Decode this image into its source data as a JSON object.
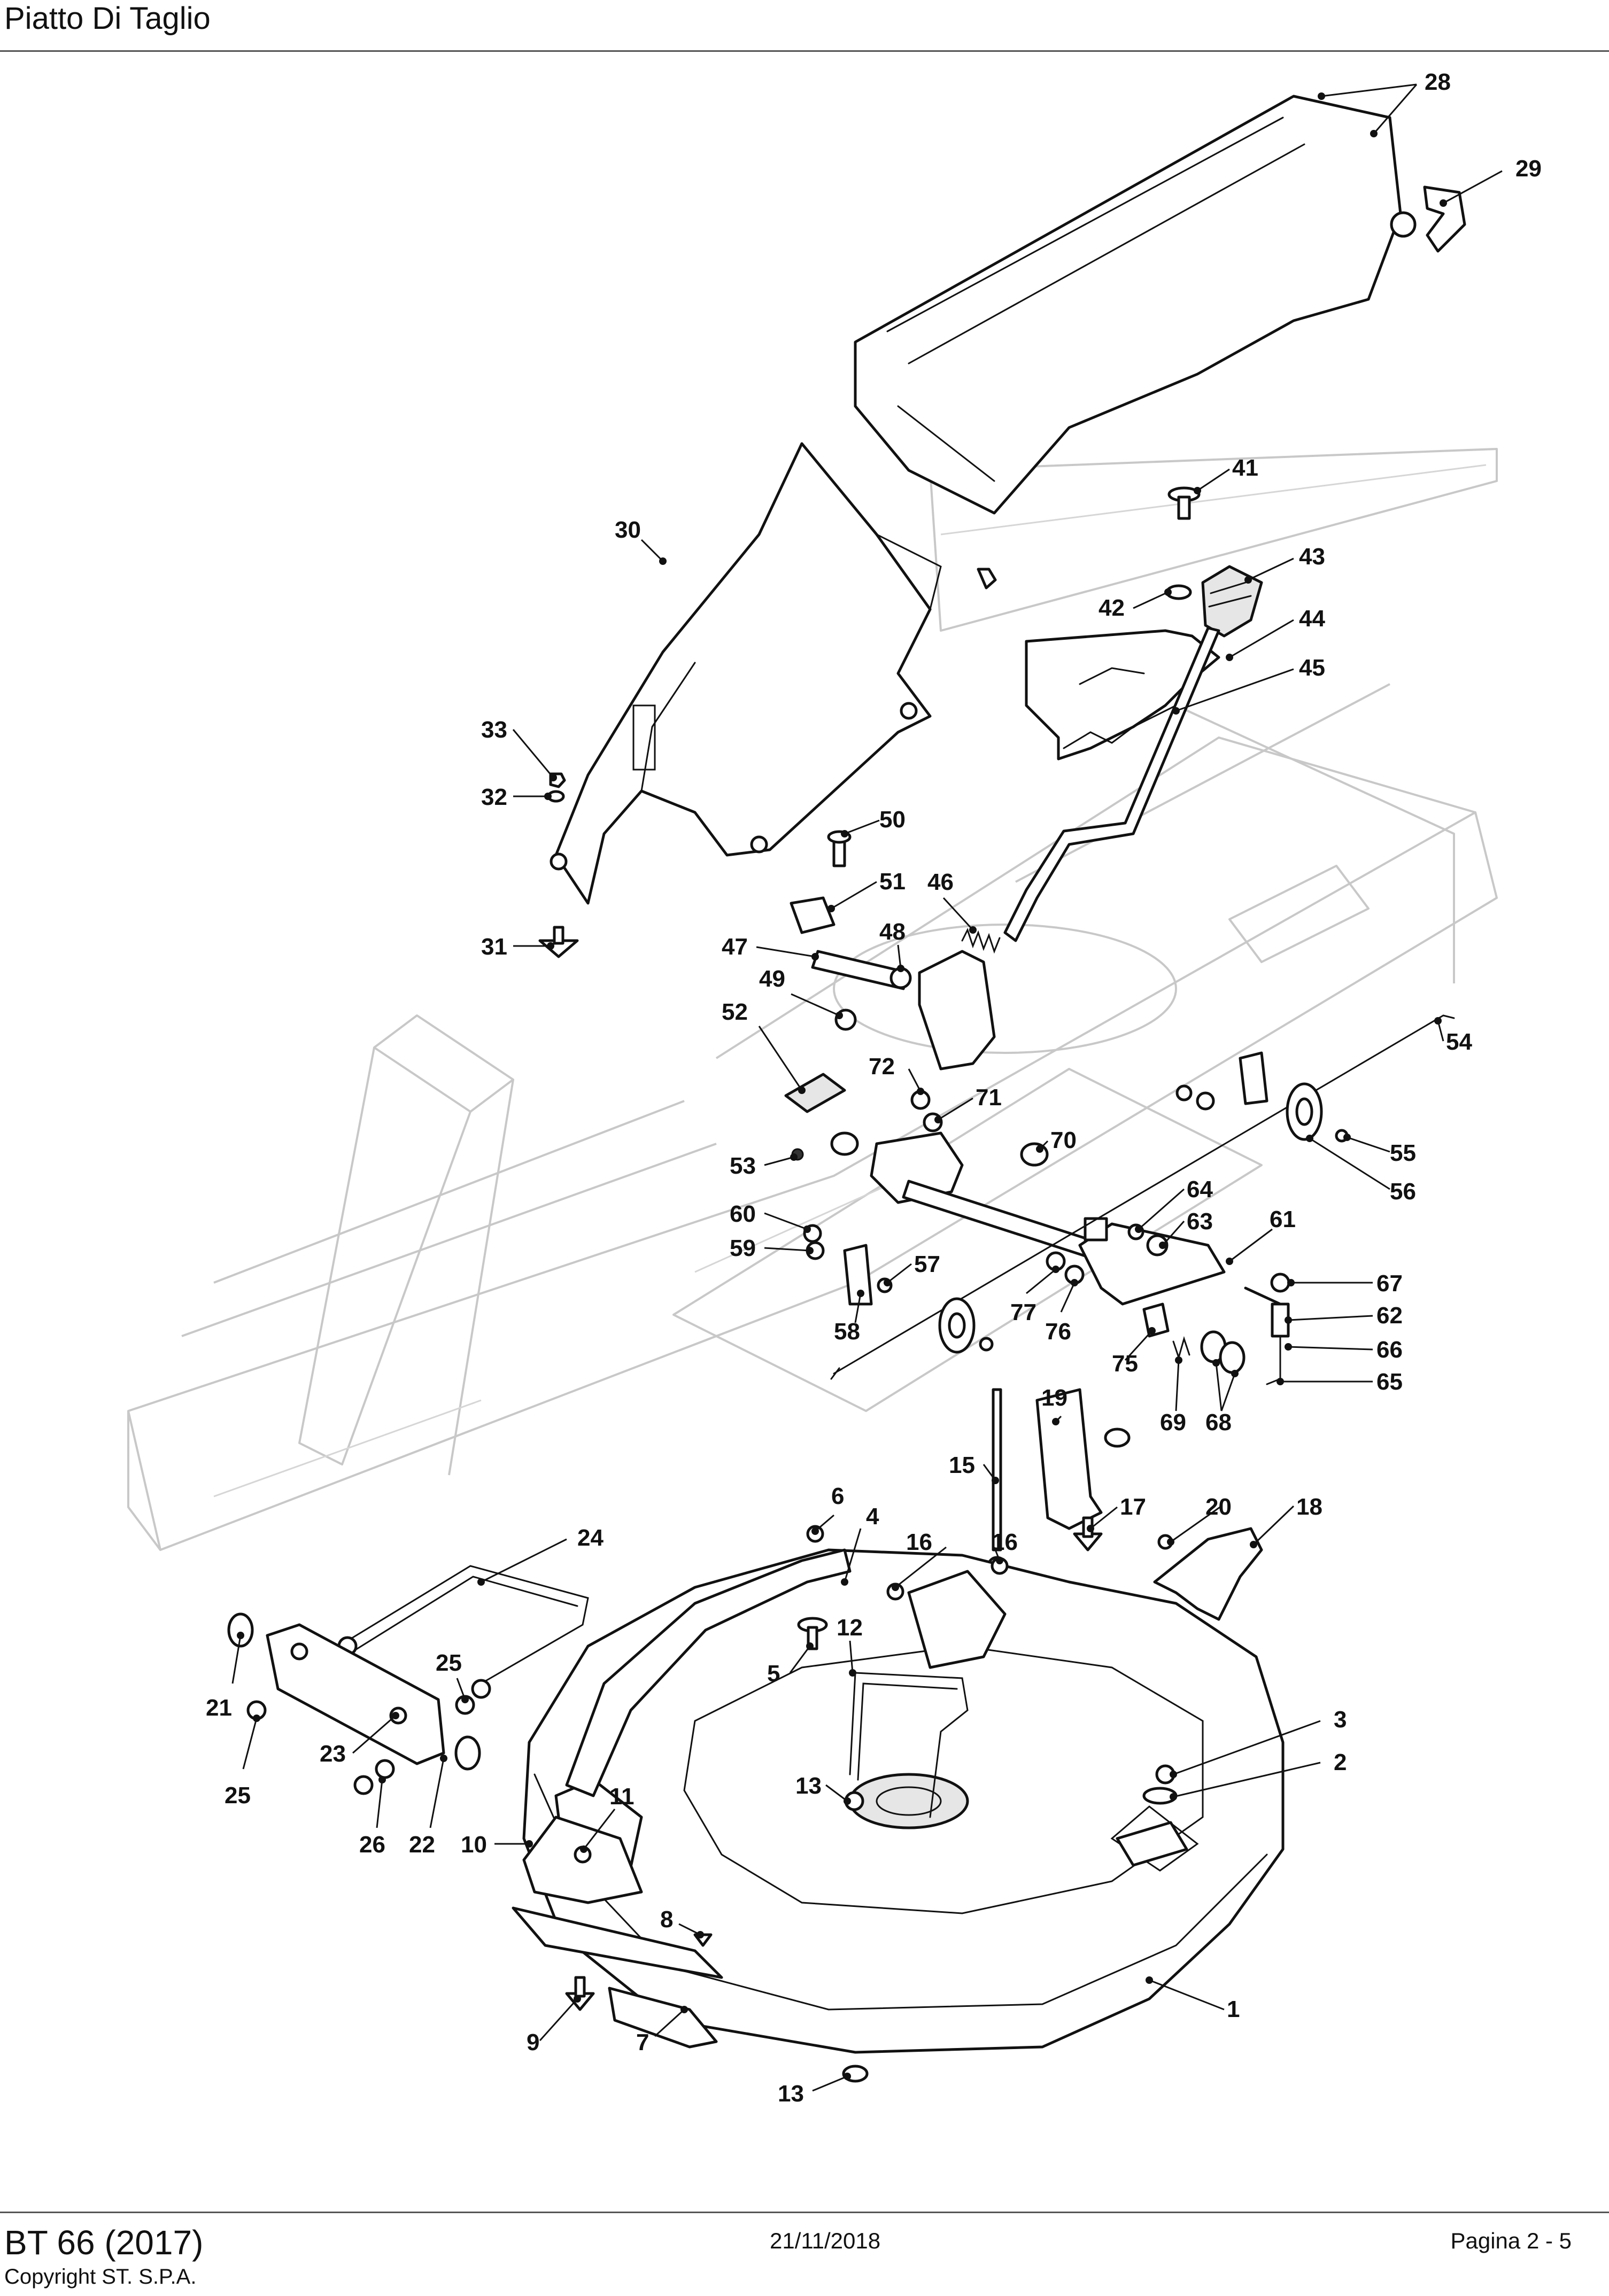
{
  "header": {
    "title": "Piatto Di Taglio"
  },
  "footer": {
    "model": "BT 66 (2017)",
    "copyright": "Copyright ST. S.P.A.",
    "date": "21/11/2018",
    "page": "Pagina 2 - 5"
  },
  "callouts": {
    "c1": "1",
    "c2": "2",
    "c3": "3",
    "c4": "4",
    "c5": "5",
    "c6": "6",
    "c7": "7",
    "c8": "8",
    "c9": "9",
    "c10": "10",
    "c11": "11",
    "c12": "12",
    "c13a": "13",
    "c13b": "13",
    "c15": "15",
    "c16a": "16",
    "c16b": "16",
    "c17": "17",
    "c18": "18",
    "c19": "19",
    "c20": "20",
    "c21": "21",
    "c22": "22",
    "c23": "23",
    "c24": "24",
    "c25a": "25",
    "c25b": "25",
    "c26": "26",
    "c28": "28",
    "c29": "29",
    "c30": "30",
    "c31": "31",
    "c32": "32",
    "c33": "33",
    "c41": "41",
    "c42": "42",
    "c43": "43",
    "c44": "44",
    "c45": "45",
    "c46": "46",
    "c47": "47",
    "c48": "48",
    "c49": "49",
    "c50": "50",
    "c51": "51",
    "c52": "52",
    "c53": "53",
    "c54": "54",
    "c55": "55",
    "c56": "56",
    "c57": "57",
    "c58": "58",
    "c59": "59",
    "c60": "60",
    "c61": "61",
    "c62": "62",
    "c63": "63",
    "c64": "64",
    "c65": "65",
    "c66": "66",
    "c67": "67",
    "c68": "68",
    "c69": "69",
    "c70": "70",
    "c71": "71",
    "c72": "72",
    "c75": "75",
    "c76": "76",
    "c77": "77"
  }
}
